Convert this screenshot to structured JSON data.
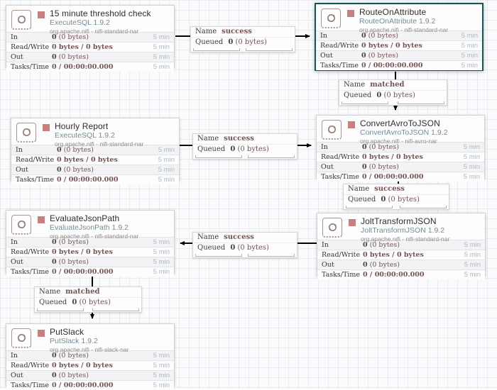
{
  "colors": {
    "selection_border": "#10575a",
    "stopped_square": "#ca7e7e",
    "stat_value_brown": "#775351",
    "processor_type_blue": "#728e9b",
    "time_window_gray": "#a9bbc4",
    "wire_black": "#000000"
  },
  "processors": [
    {
      "name": "15 minute threshold check",
      "type": "ExecuteSQL 1.9.2",
      "bundle": "org.apache.nifi - nifi-standard-nar",
      "selected": false,
      "stats": {
        "in_label": "In",
        "in_count": "0",
        "in_size": "(0 bytes)",
        "rw_label": "Read/Write",
        "rw_value": "0 bytes / 0 bytes",
        "out_label": "Out",
        "out_count": "0",
        "out_size": "(0 bytes)",
        "tasks_label": "Tasks/Time",
        "tasks_value": "0 / 00:00:00.000",
        "window": "5 min"
      }
    },
    {
      "name": "RouteOnAttribute",
      "type": "RouteOnAttribute 1.9.2",
      "bundle": "org.apache.nifi - nifi-standard-nar",
      "selected": true,
      "stats": {
        "in_label": "In",
        "in_count": "0",
        "in_size": "(0 bytes)",
        "rw_label": "Read/Write",
        "rw_value": "0 bytes / 0 bytes",
        "out_label": "Out",
        "out_count": "0",
        "out_size": "(0 bytes)",
        "tasks_label": "Tasks/Time",
        "tasks_value": "0 / 00:00:00.000",
        "window": "5 min"
      }
    },
    {
      "name": "Hourly Report",
      "type": "ExecuteSQL 1.9.2",
      "bundle": "org.apache.nifi - nifi-standard-nar",
      "selected": false,
      "stats": {
        "in_label": "In",
        "in_count": "0",
        "in_size": "(0 bytes)",
        "rw_label": "Read/Write",
        "rw_value": "0 bytes / 0 bytes",
        "out_label": "Out",
        "out_count": "0",
        "out_size": "(0 bytes)",
        "tasks_label": "Tasks/Time",
        "tasks_value": "0 / 00:00:00.000",
        "window": "5 min"
      }
    },
    {
      "name": "ConvertAvroToJSON",
      "type": "ConvertAvroToJSON 1.9.2",
      "bundle": "org.apache.nifi - nifi-avro-nar",
      "selected": false,
      "stats": {
        "in_label": "In",
        "in_count": "0",
        "in_size": "(0 bytes)",
        "rw_label": "Read/Write",
        "rw_value": "0 bytes / 0 bytes",
        "out_label": "Out",
        "out_count": "0",
        "out_size": "(0 bytes)",
        "tasks_label": "Tasks/Time",
        "tasks_value": "0 / 00:00:00.000",
        "window": "5 min"
      }
    },
    {
      "name": "EvaluateJsonPath",
      "type": "EvaluateJsonPath 1.9.2",
      "bundle": "org.apache.nifi - nifi-standard-nar",
      "selected": false,
      "stats": {
        "in_label": "In",
        "in_count": "0",
        "in_size": "(0 bytes)",
        "rw_label": "Read/Write",
        "rw_value": "0 bytes / 0 bytes",
        "out_label": "Out",
        "out_count": "0",
        "out_size": "(0 bytes)",
        "tasks_label": "Tasks/Time",
        "tasks_value": "0 / 00:00:00.000",
        "window": "5 min"
      }
    },
    {
      "name": "JoltTransformJSON",
      "type": "JoltTransformJSON 1.9.2",
      "bundle": "org.apache.nifi - nifi-standard-nar",
      "selected": false,
      "stats": {
        "in_label": "In",
        "in_count": "0",
        "in_size": "(0 bytes)",
        "rw_label": "Read/Write",
        "rw_value": "0 bytes / 0 bytes",
        "out_label": "Out",
        "out_count": "0",
        "out_size": "(0 bytes)",
        "tasks_label": "Tasks/Time",
        "tasks_value": "0 / 00:00:00.000",
        "window": "5 min"
      }
    },
    {
      "name": "PutSlack",
      "type": "PutSlack 1.9.2",
      "bundle": "org.apache.nifi - nifi-slack-nar",
      "selected": false,
      "stats": {
        "in_label": "In",
        "in_count": "0",
        "in_size": "(0 bytes)",
        "rw_label": "Read/Write",
        "rw_value": "0 bytes / 0 bytes",
        "out_label": "Out",
        "out_count": "0",
        "out_size": "(0 bytes)",
        "tasks_label": "Tasks/Time",
        "tasks_value": "0 / 00:00:00.000",
        "window": "5 min"
      }
    }
  ],
  "connections": [
    {
      "name_label": "Name",
      "name_value": "success",
      "queued_label": "Queued",
      "queued_count": "0",
      "queued_size": "(0 bytes)"
    },
    {
      "name_label": "Name",
      "name_value": "matched",
      "queued_label": "Queued",
      "queued_count": "0",
      "queued_size": "(0 bytes)"
    },
    {
      "name_label": "Name",
      "name_value": "success",
      "queued_label": "Queued",
      "queued_count": "0",
      "queued_size": "(0 bytes)"
    },
    {
      "name_label": "Name",
      "name_value": "success",
      "queued_label": "Queued",
      "queued_count": "0",
      "queued_size": "(0 bytes)"
    },
    {
      "name_label": "Name",
      "name_value": "success",
      "queued_label": "Queued",
      "queued_count": "0",
      "queued_size": "(0 bytes)"
    },
    {
      "name_label": "Name",
      "name_value": "matched",
      "queued_label": "Queued",
      "queued_count": "0",
      "queued_size": "(0 bytes)"
    }
  ]
}
